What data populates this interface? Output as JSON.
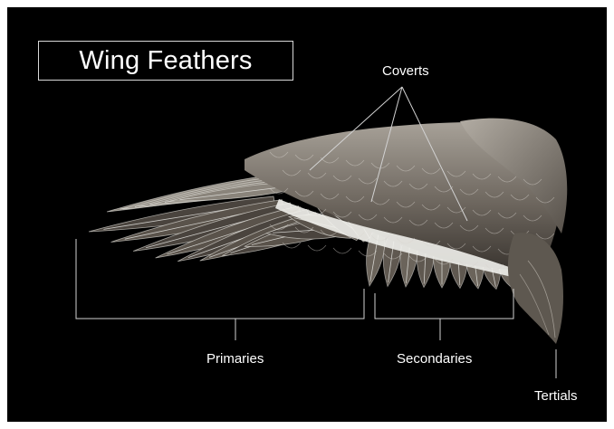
{
  "title": "Wing Feathers",
  "labels": {
    "coverts": "Coverts",
    "primaries": "Primaries",
    "secondaries": "Secondaries",
    "tertials": "Tertials"
  },
  "colors": {
    "background": "#000000",
    "feather_dark": "#3d3833",
    "feather_light": "#a59f96",
    "feather_white": "#eeeeea",
    "line": "#cfcfcf",
    "text": "#ffffff"
  }
}
